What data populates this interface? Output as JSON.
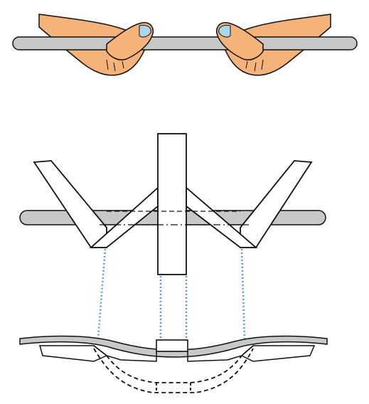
{
  "figure": {
    "panels": [
      {
        "id": "hands-holding-rod"
      },
      {
        "id": "folded-part-on-rod"
      },
      {
        "id": "bent-strip-cross-section"
      }
    ],
    "colors": {
      "rod_fill": "#c8c8c8",
      "skin": "#f5b37a",
      "nail": "#a9d6ea",
      "outline": "#111111",
      "projection_line": "#5a9bd5",
      "background": "#ffffff"
    },
    "icons": [
      "left-hand-icon",
      "right-hand-icon"
    ]
  }
}
